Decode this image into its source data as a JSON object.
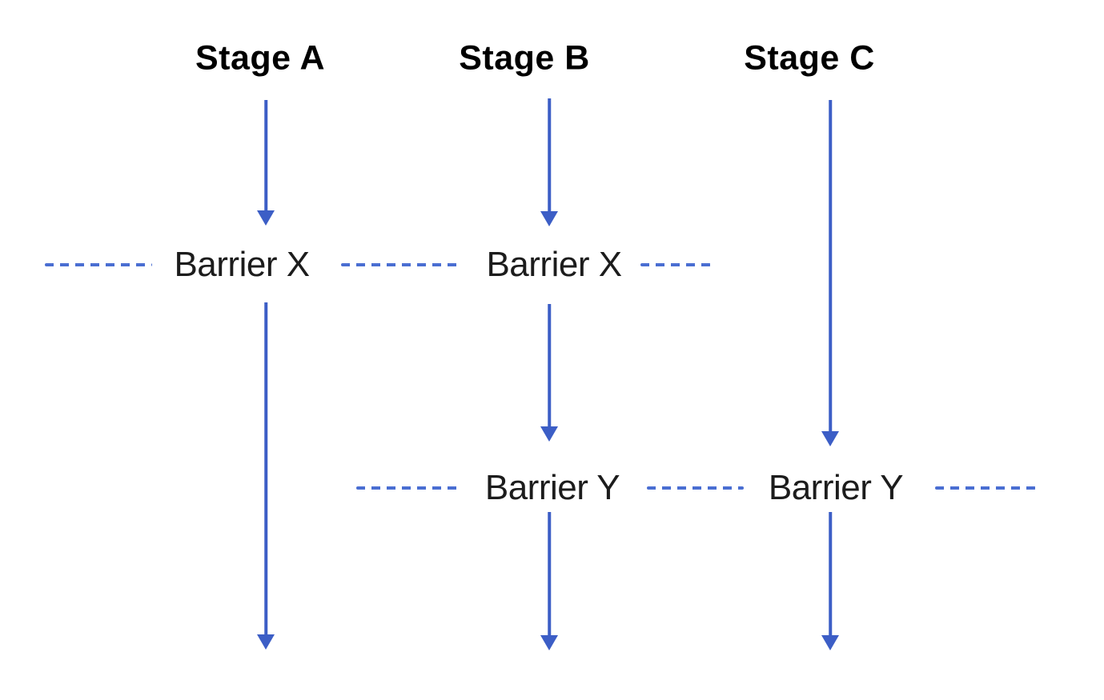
{
  "diagram": {
    "labels": {
      "stage_a": "Stage A",
      "stage_b": "Stage B",
      "stage_c": "Stage C",
      "barrier_x": "Barrier X",
      "barrier_y": "Barrier Y"
    },
    "colors": {
      "background": "#ffffff",
      "arrow": "#3c5ec6",
      "dash": "#4a6ed2",
      "stage_text": "#000000",
      "barrier_text": "#1c1c1c"
    }
  }
}
